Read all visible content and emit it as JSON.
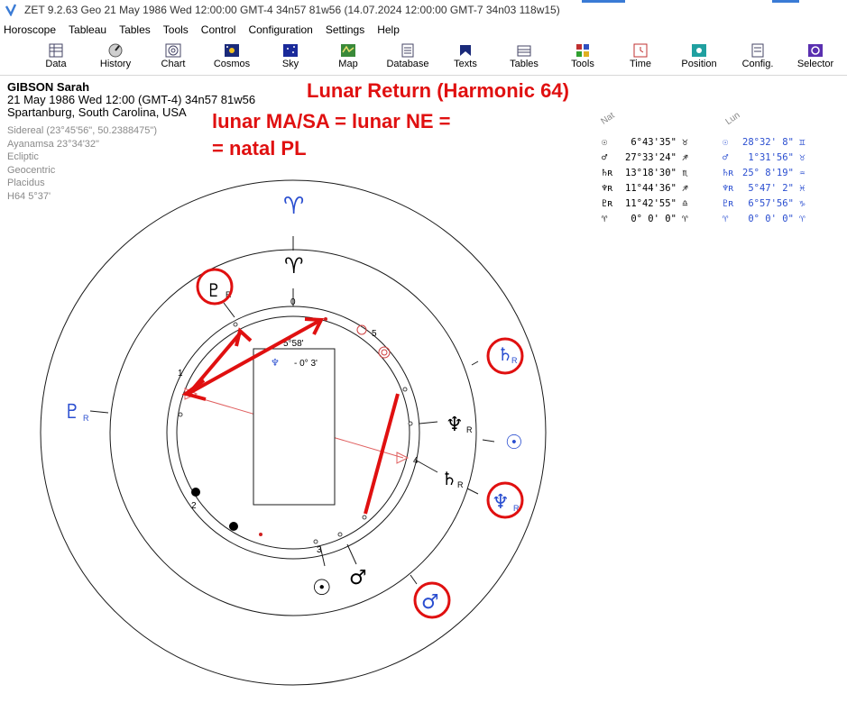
{
  "titlebar": {
    "title": "ZET 9.2.63 Geo   21 May 1986  Wed  12:00:00 GMT-4 34n57  81w56  (14.07.2024  12:00:00 GMT-7 34n03 118w15)"
  },
  "menu": [
    "Horoscope",
    "Tableau",
    "Tables",
    "Tools",
    "Control",
    "Configuration",
    "Settings",
    "Help"
  ],
  "toolbar": [
    "Data",
    "History",
    "Chart",
    "Cosmos",
    "Sky",
    "Map",
    "Database",
    "Texts",
    "Tables",
    "Tools",
    "Time",
    "Position",
    "Config.",
    "Selector"
  ],
  "header": {
    "name": "GIBSON Sarah",
    "date_line": "21 May 1986  Wed  12:00  (GMT-4)  34n57  81w56",
    "place": "Spartanburg, South Carolina, USA"
  },
  "settings": [
    "Sidereal (23°45'56\", 50.2388475\")",
    "Ayanamsa 23°34'32\"",
    "Ecliptic",
    "Geocentric",
    "Placidus",
    "H64   5°37'"
  ],
  "annotations": {
    "title": "Lunar Return (Harmonic 64)",
    "line1": "lunar MA/SA = lunar NE =",
    "line2": "= natal PL"
  },
  "legend": {
    "col_nat": "Nat",
    "col_lun": "Lun",
    "rows": [
      {
        "nat_glyph": "☉",
        "nat_val": " 6°43'35\" ♉",
        "lun_glyph": "☉",
        "lun_val": "28°32' 8\" ♊"
      },
      {
        "nat_glyph": "♂",
        "nat_val": "27°33'24\" ♐",
        "lun_glyph": "♂",
        "lun_val": " 1°31'56\" ♉"
      },
      {
        "nat_glyph": "♄ʀ",
        "nat_val": "13°18'30\" ♏",
        "lun_glyph": "♄ʀ",
        "lun_val": "25° 8'19\" ♒"
      },
      {
        "nat_glyph": "♆ʀ",
        "nat_val": "11°44'36\" ♐",
        "lun_glyph": "♆ʀ",
        "lun_val": " 5°47' 2\" ♓"
      },
      {
        "nat_glyph": "♇ʀ",
        "nat_val": "11°42'55\" ♎",
        "lun_glyph": "♇ʀ",
        "lun_val": " 6°57'56\" ♑"
      },
      {
        "nat_glyph": "♈",
        "nat_val": " 0° 0' 0\" ♈",
        "lun_glyph": "♈",
        "lun_val": " 0° 0' 0\" ♈"
      }
    ]
  },
  "wheel": {
    "aries_outer": "♈",
    "aries_inner": "♈",
    "house_cusps": [
      "0",
      "1",
      "2",
      "3",
      "4",
      "5"
    ],
    "info_box": {
      "value1": "5°58'",
      "glyph": "♆",
      "value2": "- 0° 3'"
    },
    "natal_planets": {
      "pluto": "♇",
      "pluto_r": "R",
      "neptune": "♆",
      "neptune_r": "R",
      "saturn": "♄",
      "saturn_r": "R",
      "sun": "☉",
      "mars": "♂"
    },
    "lunar_planets": {
      "pluto": "♇",
      "pluto_r": "R",
      "saturn": "♄",
      "saturn_r": "R",
      "sun": "☉",
      "neptune": "♆",
      "neptune_r": "R",
      "mars": "♂"
    }
  },
  "colors": {
    "annotation": "#e01010",
    "lunar_glyph": "#2a4ed0",
    "natal_glyph": "#000000",
    "aspect_line": "#e04040",
    "ring": "#1a1a1a"
  }
}
